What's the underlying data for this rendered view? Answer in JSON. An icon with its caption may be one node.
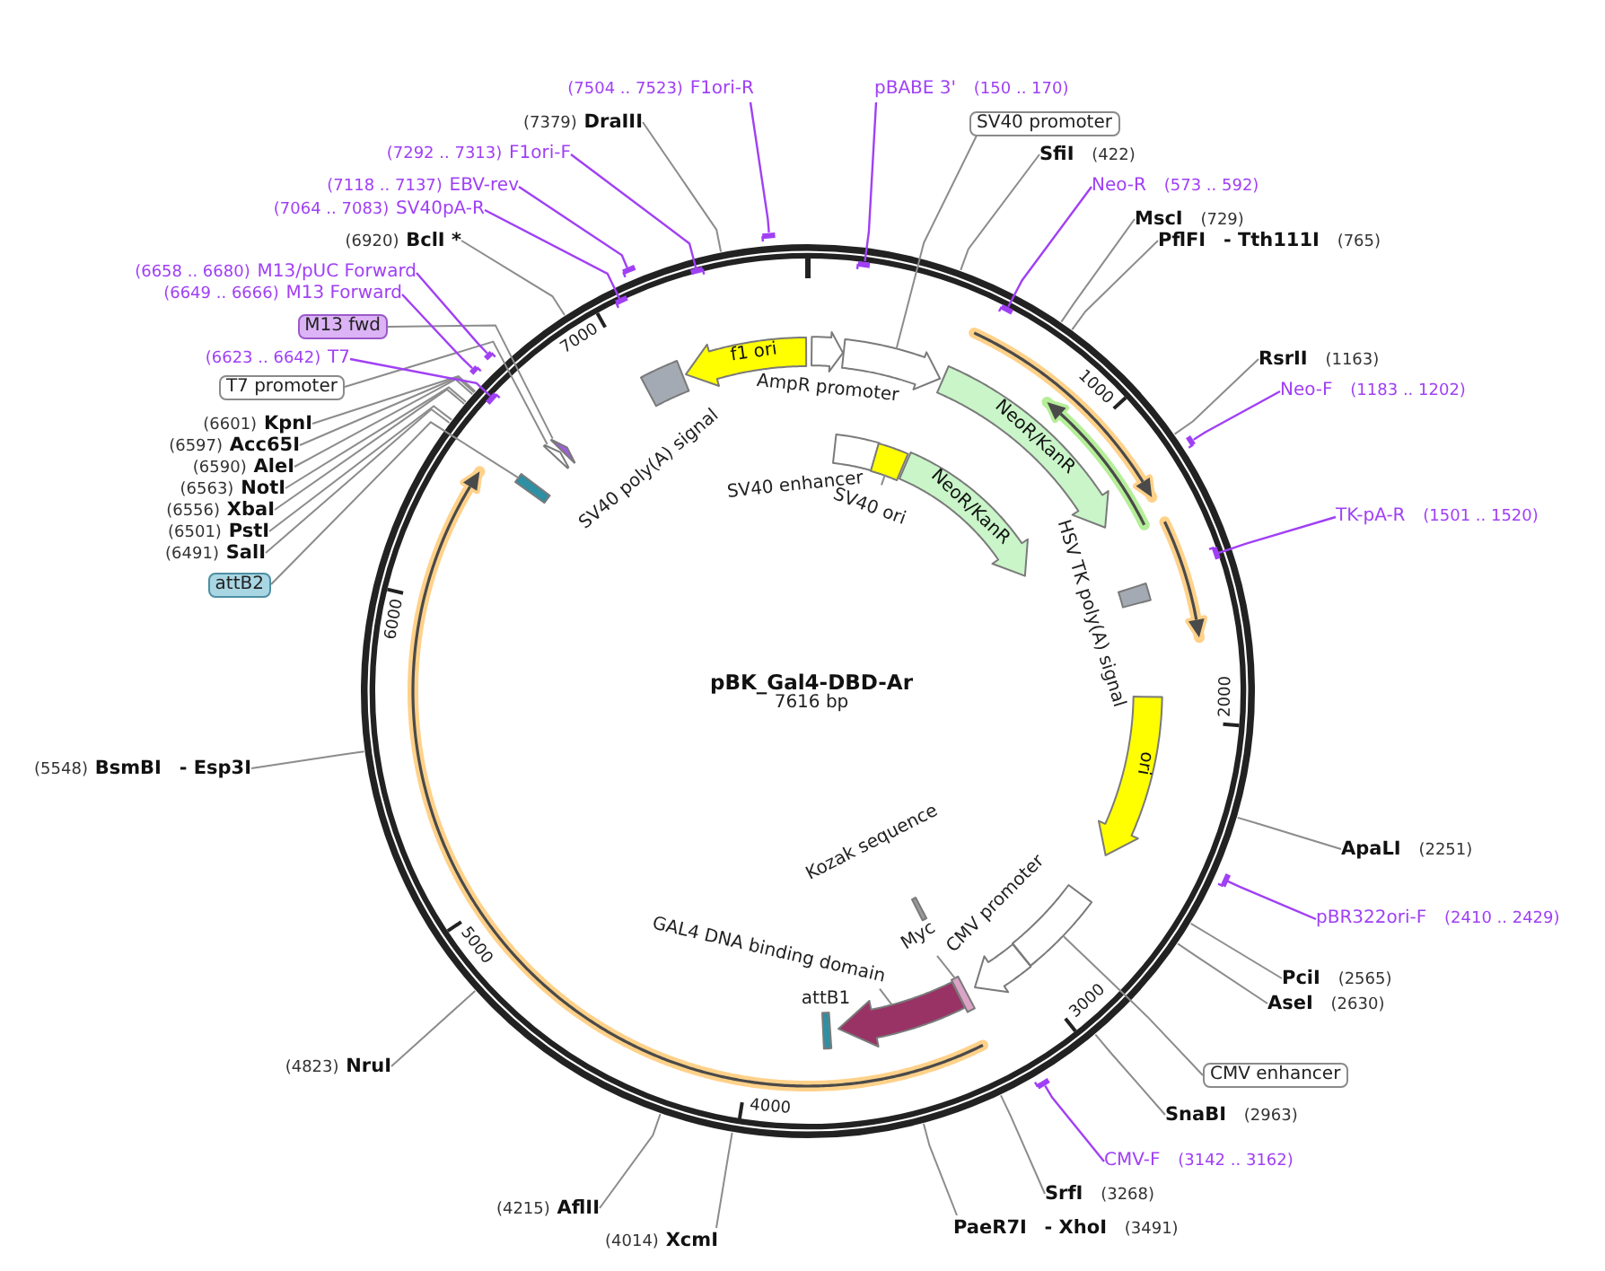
{
  "diagram": {
    "nodes": [
      {
        "text": [
          "pBK_Gal4-DBD-Ar",
          "7616 bp"
        ]
      },
      {
        "text": [],
        "shape": "arrow",
        "in": 0,
        "beside": [
          "AmpR promoter"
        ]
      },
      {
        "text": [],
        "shape": "arrow",
        "in": 0
      },
      {
        "text": [],
        "shape": "box",
        "in": 0,
        "beside": [
          "SV40 enhancer"
        ]
      },
      {
        "text": [],
        "shape": "box",
        "in": 0
      },
      {
        "text": [
          "NeoR/KanR"
        ],
        "in": 0
      },
      {
        "text": [
          "NeoR/KanR"
        ],
        "in": 0
      },
      {
        "text": [],
        "shape": "box",
        "in": 0,
        "beside": [
          "HSV TK poly(A) signal"
        ]
      },
      {
        "text": [
          "ori"
        ],
        "in": 0
      },
      {
        "text": [],
        "shape": "box",
        "in": 0
      },
      {
        "text": [],
        "shape": "arrow",
        "in": 0,
        "beside": [
          "CMV promoter"
        ]
      },
      {
        "text": [],
        "shape": "bar",
        "in": 0,
        "beside": [
          "Kozak sequence"
        ]
      },
      {
        "text": [],
        "shape": "box",
        "in": 0
      },
      {
        "text": [],
        "shape": "arrow",
        "in": 0
      },
      {
        "text": [],
        "shape": "box",
        "in": 0,
        "beside": [
          "attB1"
        ]
      },
      {
        "text": [],
        "shape": "box",
        "in": 0
      },
      {
        "text": [],
        "shape": "arrow",
        "in": 0
      },
      {
        "text": [],
        "shape": "arrow",
        "in": 0
      },
      {
        "text": [],
        "shape": "box",
        "in": 0,
        "beside": [
          "SV40 poly(A) signal"
        ]
      },
      {
        "text": [
          "f1 ori"
        ],
        "in": 0
      },
      {
        "text": [
          "SV40 ori"
        ],
        "in": 0
      },
      {
        "text": [
          "Myc"
        ],
        "in": 0
      },
      {
        "text": [
          "GAL4 DNA binding domain"
        ],
        "in": 0
      },
      {
        "text": [
          "pBABE 3'",
          "(150 .. 170)"
        ]
      },
      {
        "text": [
          "SV40 promoter"
        ]
      },
      {
        "text": [
          "SfiI",
          "(422)"
        ]
      },
      {
        "text": [
          "Neo-R",
          "(573 .. 592)"
        ]
      },
      {
        "text": [
          "MscI",
          "(729)"
        ]
      },
      {
        "text": [
          "PflFI",
          "- Tth111I",
          "(765)"
        ]
      },
      {
        "text": [
          "RsrII",
          "(1163)"
        ]
      },
      {
        "text": [
          "Neo-F",
          "(1183 .. 1202)"
        ]
      },
      {
        "text": [
          "TK-pA-R",
          "(1501 .. 1520)"
        ]
      },
      {
        "text": [
          "ApaLI",
          "(2251)"
        ]
      },
      {
        "text": [
          "pBR322ori-F",
          "(2410 .. 2429)"
        ]
      },
      {
        "text": [
          "PciI",
          "(2565)"
        ]
      },
      {
        "text": [
          "AseI",
          "(2630)"
        ]
      },
      {
        "text": [
          "CMV enhancer"
        ]
      },
      {
        "text": [
          "SnaBI",
          "(2963)"
        ]
      },
      {
        "text": [
          "CMV-F",
          "(3142 .. 3162)"
        ]
      },
      {
        "text": [
          "SrfI",
          "(3268)"
        ]
      },
      {
        "text": [
          "PaeR7I",
          "- XhoI",
          "(3491)"
        ]
      },
      {
        "text": [
          "(4014)",
          "XcmI"
        ]
      },
      {
        "text": [
          "(4215)",
          "AflII"
        ]
      },
      {
        "text": [
          "(4823)",
          "NruI"
        ]
      },
      {
        "text": [
          "(5548)",
          "BsmBI",
          "- Esp3I"
        ]
      },
      {
        "text": [
          "attB2"
        ]
      },
      {
        "text": [
          "(6491)",
          "SalI"
        ]
      },
      {
        "text": [
          "(6501)",
          "PstI"
        ]
      },
      {
        "text": [
          "(6556)",
          "XbaI"
        ]
      },
      {
        "text": [
          "(6563)",
          "NotI"
        ]
      },
      {
        "text": [
          "(6590)",
          "AleI"
        ]
      },
      {
        "text": [
          "(6597)",
          "Acc65I"
        ]
      },
      {
        "text": [
          "(6601)",
          "KpnI"
        ]
      },
      {
        "text": [
          "T7 promoter"
        ]
      },
      {
        "text": [
          "(6623 .. 6642)",
          "T7"
        ]
      },
      {
        "text": [
          "M13 fwd"
        ]
      },
      {
        "text": [
          "(6649 .. 6666)",
          "M13 Forward"
        ]
      },
      {
        "text": [
          "(6658 .. 6680)",
          "M13/pUC Forward"
        ]
      },
      {
        "text": [
          "(6920)",
          "BclI *"
        ]
      },
      {
        "text": [
          "(7064 .. 7083)",
          "SV40pA-R"
        ]
      },
      {
        "text": [
          "(7118 .. 7137)",
          "EBV-rev"
        ]
      },
      {
        "text": [
          "(7292 .. 7313)",
          "F1ori-F"
        ]
      },
      {
        "text": [
          "(7379)",
          "DraIII"
        ]
      },
      {
        "text": [
          "(7504 .. 7523)",
          "F1ori-R"
        ]
      },
      {
        "text": [],
        "shape": "bar"
      },
      {
        "text": [],
        "shape": "bar"
      },
      {
        "text": [],
        "shape": "bar",
        "in": 0
      },
      {
        "text": [],
        "shape": "bar",
        "in": 0
      },
      {
        "text": [],
        "shape": "bar"
      },
      {
        "text": [],
        "shape": "bar",
        "in": 0
      },
      {
        "text": [],
        "shape": "bar"
      },
      {
        "text": [],
        "shape": "bar",
        "in": 0
      },
      {
        "text": [],
        "shape": "bar",
        "in": 0
      },
      {
        "text": [],
        "shape": "bar"
      },
      {
        "text": [],
        "shape": "bar"
      },
      {
        "text": [],
        "shape": "bar",
        "in": 0
      },
      {
        "text": [],
        "shape": "bar"
      }
    ],
    "edges": [
      {
        "from": 20,
        "to": 4,
        "arrow": "none"
      },
      {
        "from": 21,
        "to": 12,
        "arrow": "none"
      },
      {
        "from": 22,
        "to": 13,
        "arrow": "none"
      },
      {
        "from": 23,
        "to": 71,
        "arrow": "none",
        "color": "#a040f5"
      },
      {
        "from": 24,
        "to": 2,
        "arrow": "none"
      },
      {
        "from": 25,
        "to": 0,
        "arrow": "none"
      },
      {
        "from": 26,
        "to": 72,
        "arrow": "none",
        "color": "#a040f5"
      },
      {
        "from": 27,
        "to": 0,
        "arrow": "none"
      },
      {
        "from": 28,
        "to": 0,
        "arrow": "none"
      },
      {
        "from": 29,
        "to": 0,
        "arrow": "none"
      },
      {
        "from": 30,
        "to": 74,
        "arrow": "none",
        "color": "#a040f5"
      },
      {
        "from": 31,
        "to": 75,
        "arrow": "none",
        "color": "#a040f5"
      },
      {
        "from": 32,
        "to": 0,
        "arrow": "none"
      },
      {
        "from": 33,
        "to": 76,
        "arrow": "none",
        "color": "#a040f5"
      },
      {
        "from": 34,
        "to": 0,
        "arrow": "none"
      },
      {
        "from": 35,
        "to": 0,
        "arrow": "none"
      },
      {
        "from": 36,
        "to": 9,
        "arrow": "none"
      },
      {
        "from": 37,
        "to": 0,
        "arrow": "none"
      },
      {
        "from": 38,
        "to": 73,
        "arrow": "none",
        "color": "#a040f5"
      },
      {
        "from": 39,
        "to": 0,
        "arrow": "none"
      },
      {
        "from": 40,
        "to": 0,
        "arrow": "none"
      },
      {
        "from": 41,
        "to": 0,
        "arrow": "none"
      },
      {
        "from": 42,
        "to": 0,
        "arrow": "none"
      },
      {
        "from": 43,
        "to": 0,
        "arrow": "none"
      },
      {
        "from": 44,
        "to": 0,
        "arrow": "none"
      },
      {
        "from": 45,
        "to": 15,
        "arrow": "none"
      },
      {
        "from": 46,
        "to": 0,
        "arrow": "none"
      },
      {
        "from": 47,
        "to": 0,
        "arrow": "none"
      },
      {
        "from": 48,
        "to": 0,
        "arrow": "none"
      },
      {
        "from": 49,
        "to": 0,
        "arrow": "none"
      },
      {
        "from": 50,
        "to": 0,
        "arrow": "none"
      },
      {
        "from": 51,
        "to": 0,
        "arrow": "none"
      },
      {
        "from": 52,
        "to": 0,
        "arrow": "none"
      },
      {
        "from": 53,
        "to": 16,
        "arrow": "none"
      },
      {
        "from": 54,
        "to": 66,
        "arrow": "none",
        "color": "#a040f5"
      },
      {
        "from": 55,
        "to": 17,
        "arrow": "none"
      },
      {
        "from": 56,
        "to": 65,
        "arrow": "none",
        "color": "#a040f5"
      },
      {
        "from": 57,
        "to": 64,
        "arrow": "none",
        "color": "#a040f5"
      },
      {
        "from": 58,
        "to": 0,
        "arrow": "none"
      },
      {
        "from": 59,
        "to": 67,
        "arrow": "none",
        "color": "#a040f5"
      },
      {
        "from": 60,
        "to": 68,
        "arrow": "none",
        "color": "#a040f5"
      },
      {
        "from": 61,
        "to": 69,
        "arrow": "none",
        "color": "#a040f5"
      },
      {
        "from": 62,
        "to": 0,
        "arrow": "none"
      },
      {
        "from": 63,
        "to": 70,
        "arrow": "none",
        "color": "#a040f5"
      }
    ],
    "labels": [
      "1000",
      "2000",
      "3000",
      "4000",
      "5000",
      "6000",
      "7000"
    ]
  }
}
